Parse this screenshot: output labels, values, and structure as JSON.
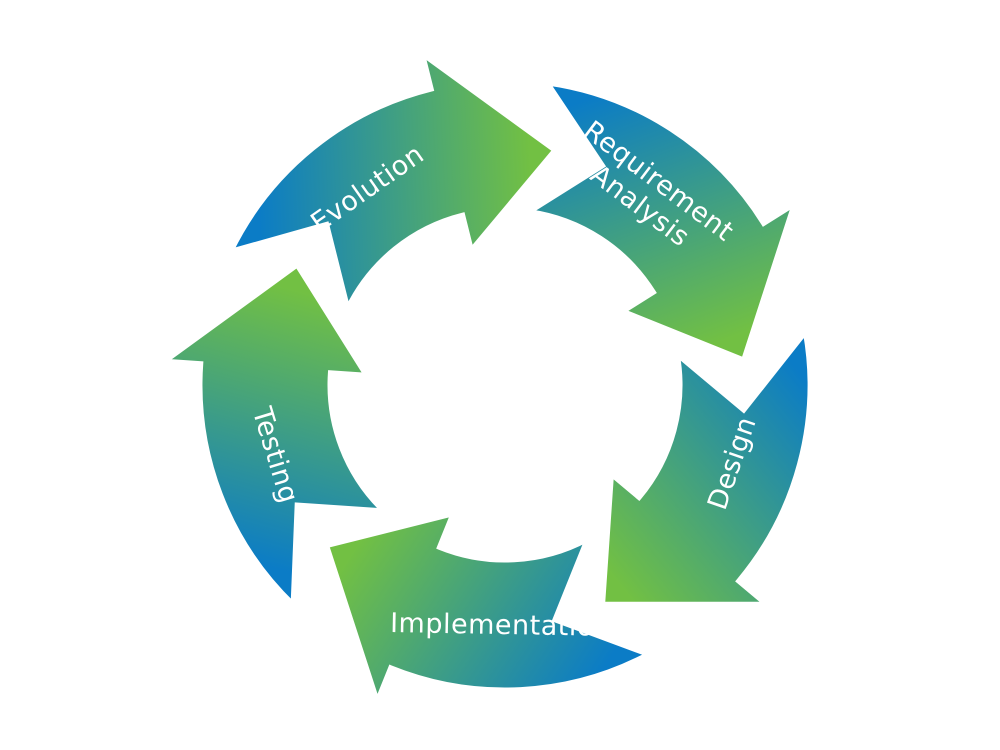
{
  "diagram": {
    "type": "cycle",
    "gradient_start_color": "#0b7cc6",
    "gradient_end_color": "#72c043",
    "label_color": "#ffffff",
    "stages": [
      {
        "id": "requirement-analysis",
        "label": "Requirement Analysis",
        "label_lines": [
          "Requirement",
          "Analysis"
        ]
      },
      {
        "id": "design",
        "label": "Design",
        "label_lines": [
          "Design"
        ]
      },
      {
        "id": "implementation",
        "label": "Implementation",
        "label_lines": [
          "Implementation"
        ]
      },
      {
        "id": "testing",
        "label": "Testing",
        "label_lines": [
          "Testing"
        ]
      },
      {
        "id": "evolution",
        "label": "Evolution",
        "label_lines": [
          "Evolution"
        ]
      }
    ]
  }
}
